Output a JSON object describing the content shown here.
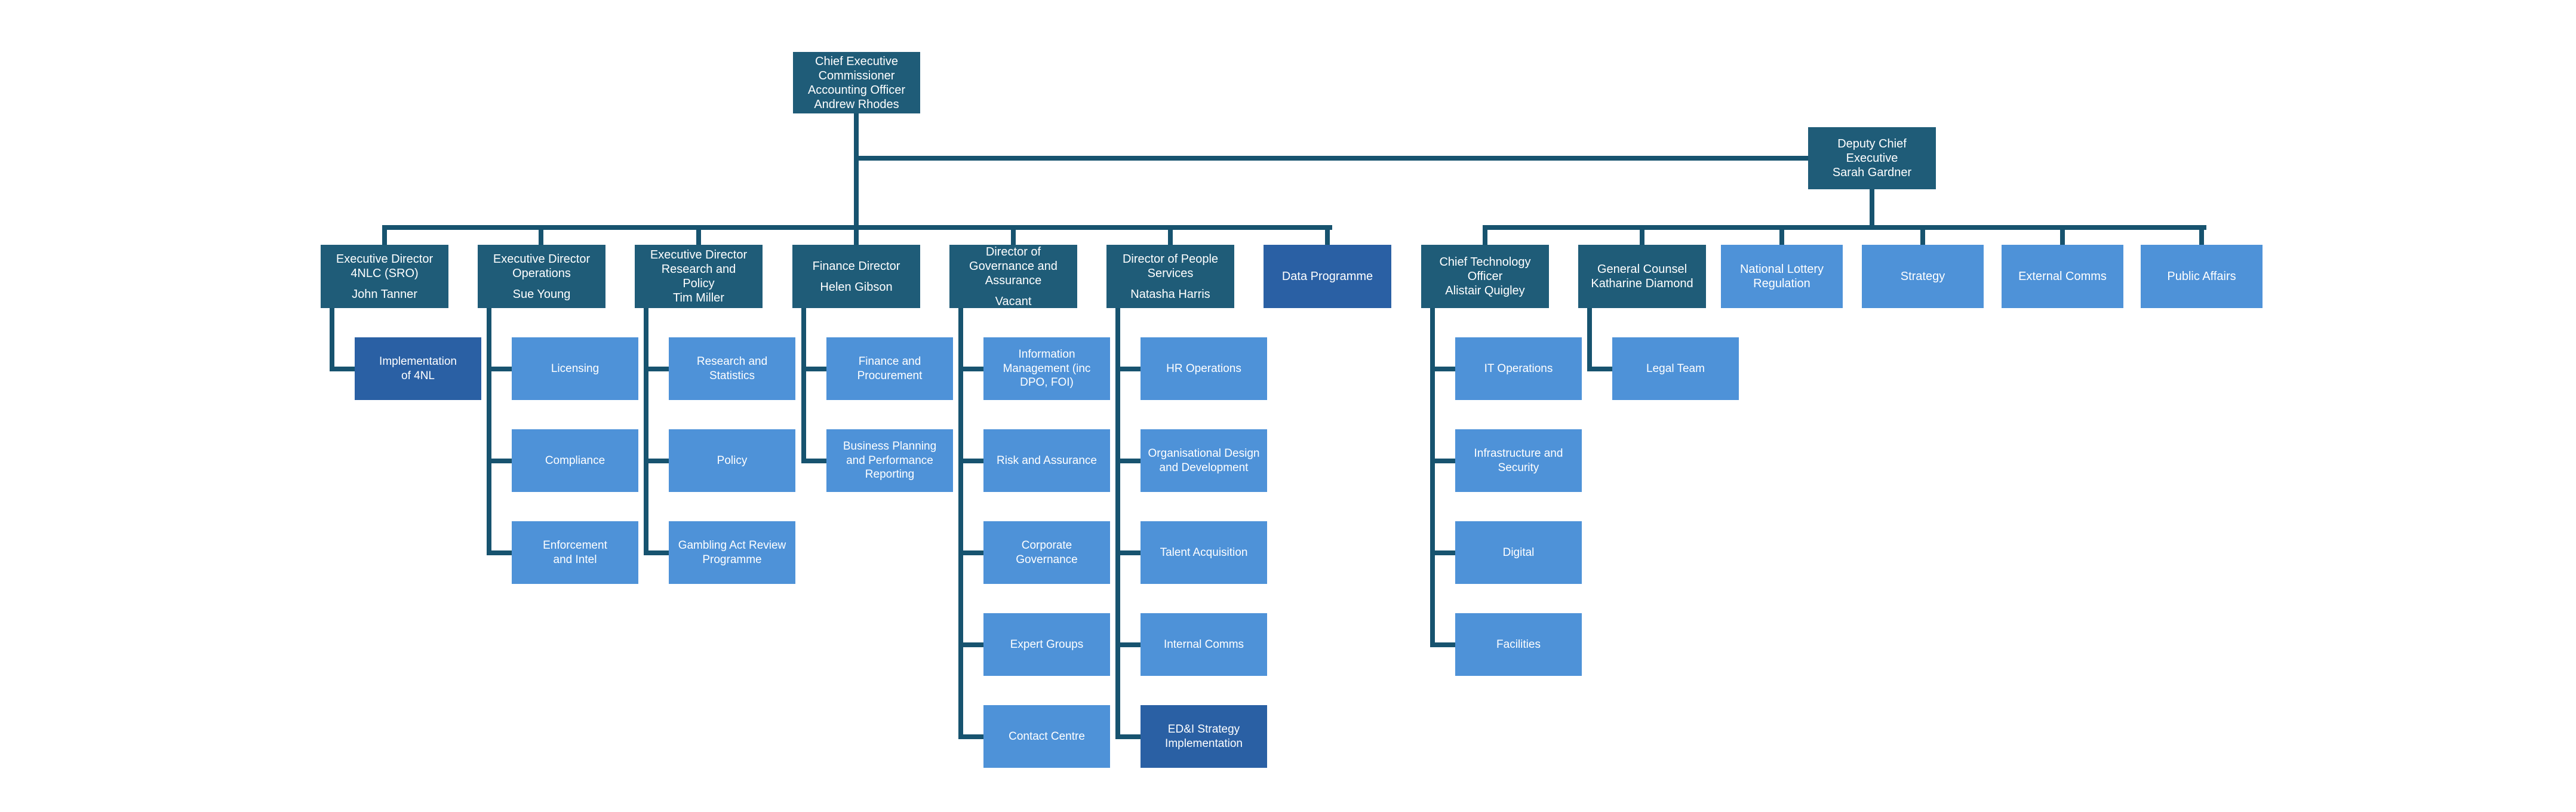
{
  "org_chart": {
    "title": "Executive organisation chart",
    "colors": {
      "executive_box": "#1F5C78",
      "team_box": "#4E92D8",
      "programme_box": "#2A60A4",
      "connector_line": "#17536F",
      "text": "#FFFFFF",
      "background": "#FFFFFF"
    },
    "nodes": {
      "ceo": {
        "title": "Chief Executive\nCommissioner\nAccounting Officer",
        "name": "Andrew Rhodes"
      },
      "deputy": {
        "title": "Deputy Chief\nExecutive",
        "name": "Sarah Gardner"
      },
      "d_4nlc": {
        "title": "Executive Director\n4NLC (SRO)",
        "name": "John Tanner"
      },
      "d_operations": {
        "title": "Executive Director\nOperations",
        "name": "Sue Young"
      },
      "d_research_policy": {
        "title": "Executive Director\nResearch and\nPolicy",
        "name": "Tim Miller"
      },
      "d_finance": {
        "title": "Finance Director",
        "name": "Helen Gibson"
      },
      "d_governance": {
        "title": "Director of\nGovernance and\nAssurance",
        "name": "Vacant"
      },
      "d_people": {
        "title": "Director of People\nServices",
        "name": "Natasha Harris"
      },
      "data_programme": {
        "title": "Data Programme"
      },
      "cto": {
        "title": "Chief Technology\nOfficer",
        "name": "Alistair Quigley"
      },
      "general_counsel": {
        "title": "General Counsel",
        "name": "Katharine Diamond"
      },
      "national_lottery": {
        "title": "National Lottery\nRegulation"
      },
      "strategy": {
        "title": "Strategy"
      },
      "external_comms": {
        "title": "External Comms"
      },
      "public_affairs": {
        "title": "Public Affairs"
      },
      "implementation_4nl": {
        "title": "Implementation\nof 4NL"
      },
      "licensing": {
        "title": "Licensing"
      },
      "compliance": {
        "title": "Compliance"
      },
      "enforcement_intel": {
        "title": "Enforcement\nand Intel"
      },
      "research_statistics": {
        "title": "Research and\nStatistics"
      },
      "policy": {
        "title": "Policy"
      },
      "gambling_act_review": {
        "title": "Gambling Act Review\nProgramme"
      },
      "finance_procurement": {
        "title": "Finance and\nProcurement"
      },
      "business_planning": {
        "title": "Business Planning\nand Performance\nReporting"
      },
      "information_management": {
        "title": "Information\nManagement (inc\nDPO, FOI)"
      },
      "risk_assurance": {
        "title": "Risk and Assurance"
      },
      "corporate_governance": {
        "title": "Corporate\nGovernance"
      },
      "expert_groups": {
        "title": "Expert Groups"
      },
      "contact_centre": {
        "title": "Contact Centre"
      },
      "hr_operations": {
        "title": "HR Operations"
      },
      "org_design": {
        "title": "Organisational Design\nand Development"
      },
      "talent_acquisition": {
        "title": "Talent Acquisition"
      },
      "internal_comms": {
        "title": "Internal Comms"
      },
      "edi_strategy": {
        "title": "ED&I Strategy\nImplementation"
      },
      "it_operations": {
        "title": "IT Operations"
      },
      "infrastructure_security": {
        "title": "Infrastructure and\nSecurity"
      },
      "digital": {
        "title": "Digital"
      },
      "facilities": {
        "title": "Facilities"
      },
      "legal_team": {
        "title": "Legal Team"
      }
    }
  }
}
